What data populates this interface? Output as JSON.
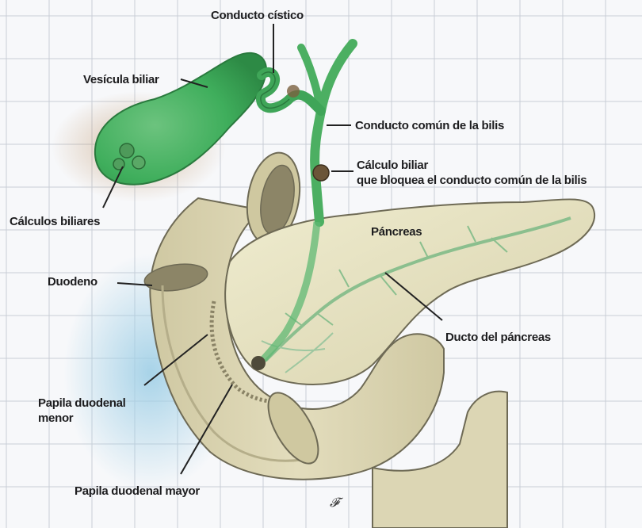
{
  "labels": {
    "cystic_duct": "Conducto cístico",
    "gallbladder": "Vesícula biliar",
    "common_bile_duct": "Conducto común de la bilis",
    "gallstone_blocking": {
      "line1": "Cálculo biliar",
      "line2": "que bloquea el conducto común de la bilis"
    },
    "gallstones": "Cálculos biliares",
    "pancreas": "Páncreas",
    "duodenum": "Duodeno",
    "pancreatic_duct": "Ducto del páncreas",
    "minor_papilla": {
      "line1": "Papila duodenal",
      "line2": "menor"
    },
    "major_papilla": "Papila duodenal mayor"
  },
  "colors": {
    "grid_line": "#c9ced6",
    "background": "#f7f8fa",
    "gallbladder_green": "#3fae5c",
    "duct_green": "#4caf62",
    "pancreas_beige": "#e6e2c4",
    "duodenum_beige": "#d9d3b2",
    "outline": "#6e6a55",
    "label_text": "#1d1d1f"
  }
}
